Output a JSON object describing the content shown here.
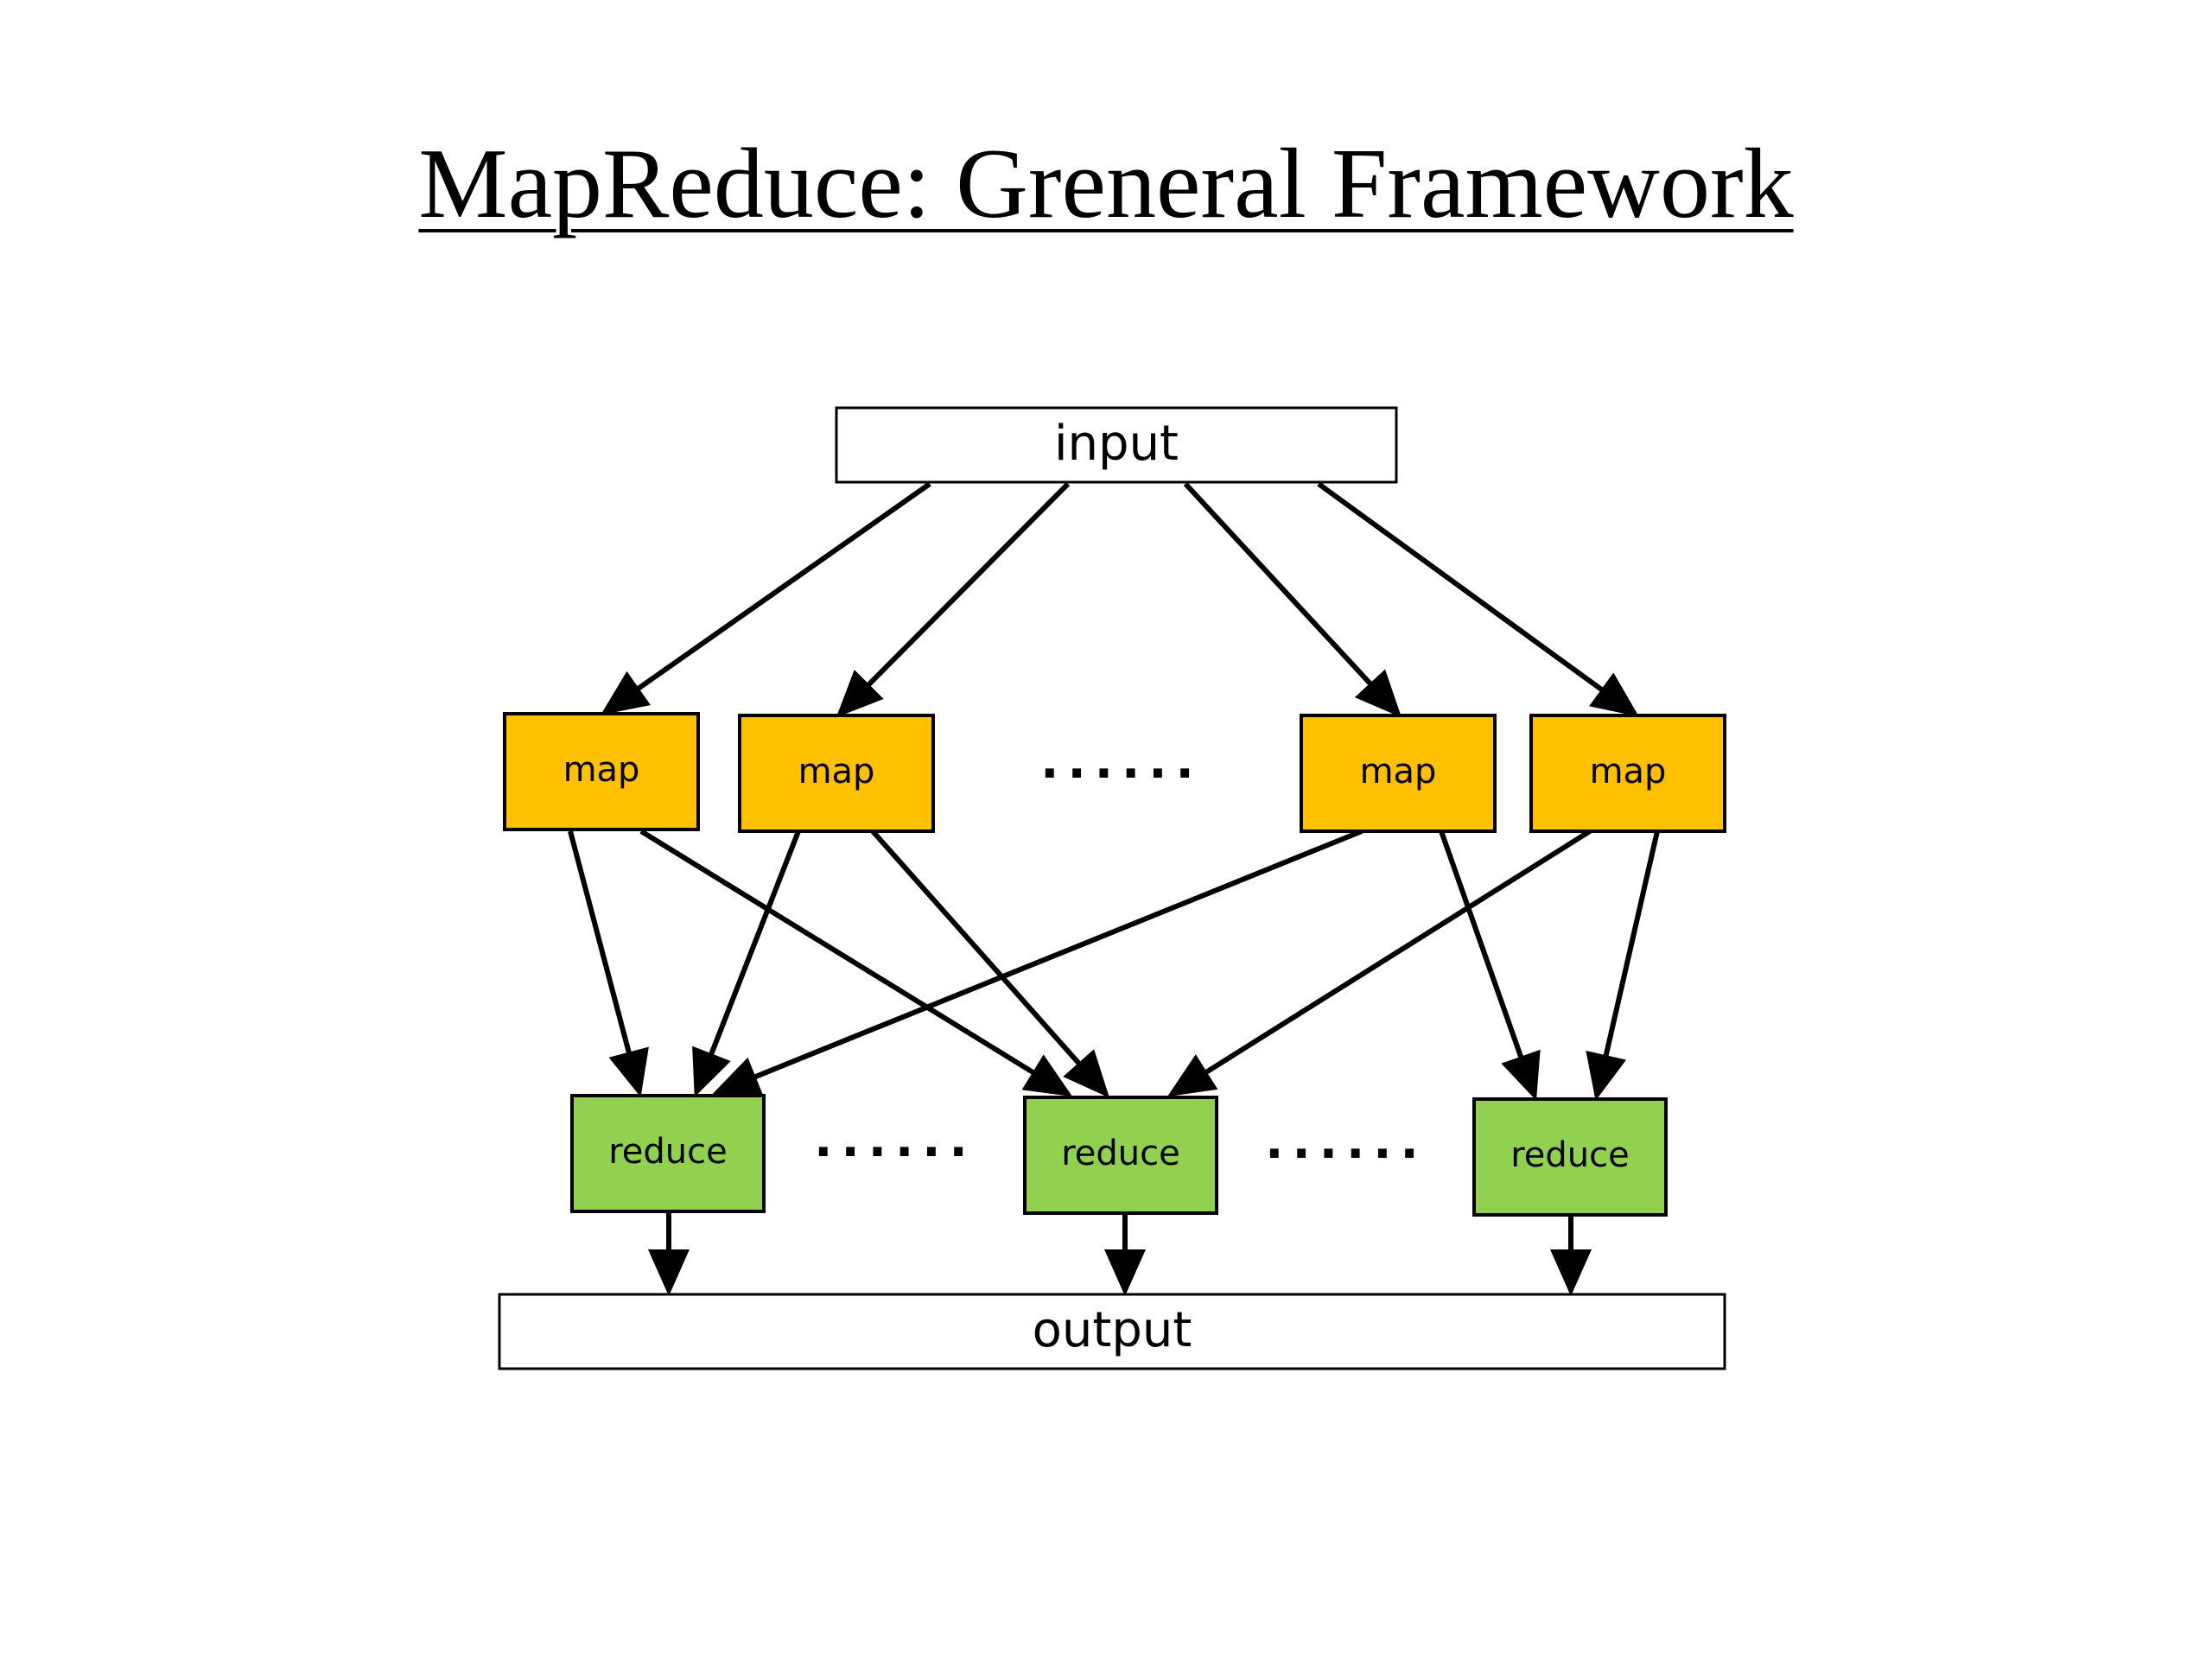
{
  "title": "MapReduce: Greneral Framework",
  "colors": {
    "map_fill": "#FFC000",
    "reduce_fill": "#92D050",
    "io_fill": "#FFFFFF",
    "stroke": "#000000"
  },
  "input": {
    "label": "input"
  },
  "output": {
    "label": "output"
  },
  "maps": [
    {
      "label": "map"
    },
    {
      "label": "map"
    },
    {
      "label": "map"
    },
    {
      "label": "map"
    }
  ],
  "reduces": [
    {
      "label": "reduce"
    },
    {
      "label": "reduce"
    },
    {
      "label": "reduce"
    }
  ],
  "ellipsis": "......",
  "edges": {
    "input_to_map": [
      0,
      1,
      2,
      3
    ],
    "map_to_reduce": [
      [
        0,
        0
      ],
      [
        0,
        1
      ],
      [
        1,
        0
      ],
      [
        1,
        1
      ],
      [
        2,
        0
      ],
      [
        2,
        2
      ],
      [
        3,
        1
      ],
      [
        3,
        2
      ]
    ],
    "reduce_to_output": [
      0,
      1,
      2
    ]
  }
}
